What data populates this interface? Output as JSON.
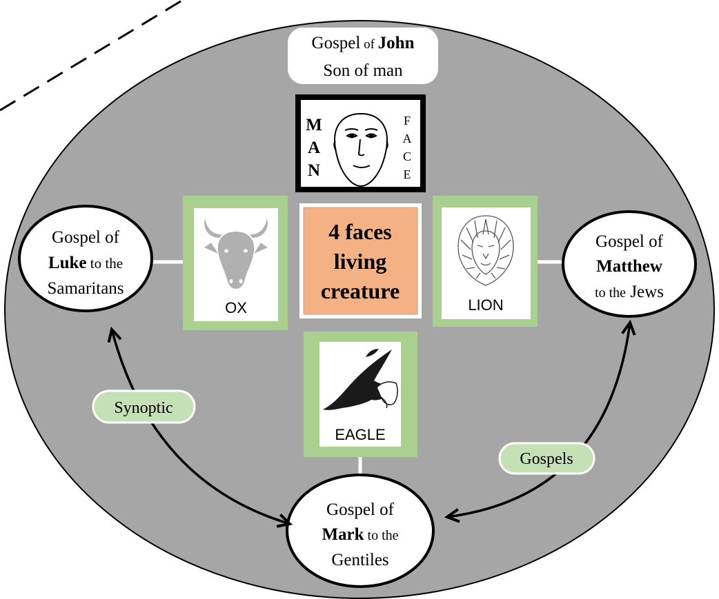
{
  "colors": {
    "ellipse_fill": "#a6a6a6",
    "green_frame": "#a9d08e",
    "center_fill": "#f4b183",
    "pill_green": "#c5e0b4",
    "connector": "#ffffff",
    "outline": "#000000"
  },
  "john": {
    "line1_prefix": "Gospel",
    "line1_of": " of ",
    "line1_name": "John",
    "line2": "Son of man"
  },
  "man_face": {
    "letters": [
      "M",
      "A",
      "N"
    ],
    "face_letters": [
      "F",
      "A",
      "C",
      "E"
    ],
    "icon": "human-face-icon"
  },
  "center": {
    "line1": "4 faces",
    "line2": "living",
    "line3": "creature"
  },
  "ox": {
    "label": "OX",
    "icon": "ox-head-icon"
  },
  "lion": {
    "label": "LION",
    "icon": "lion-head-icon"
  },
  "eagle": {
    "label": "EAGLE",
    "icon": "eagle-icon"
  },
  "luke": {
    "line1": "Gospel of",
    "name": "Luke",
    "to": " to the",
    "line3": "Samaritans"
  },
  "matthew": {
    "line1": "Gospel of",
    "name": "Matthew",
    "to_small": "to the",
    "jews": " Jews"
  },
  "mark": {
    "line1": "Gospel of",
    "name": "Mark",
    "to_small": " to the",
    "line3": "Gentiles"
  },
  "pills": {
    "synoptic": "Synoptic",
    "gospels": "Gospels"
  }
}
